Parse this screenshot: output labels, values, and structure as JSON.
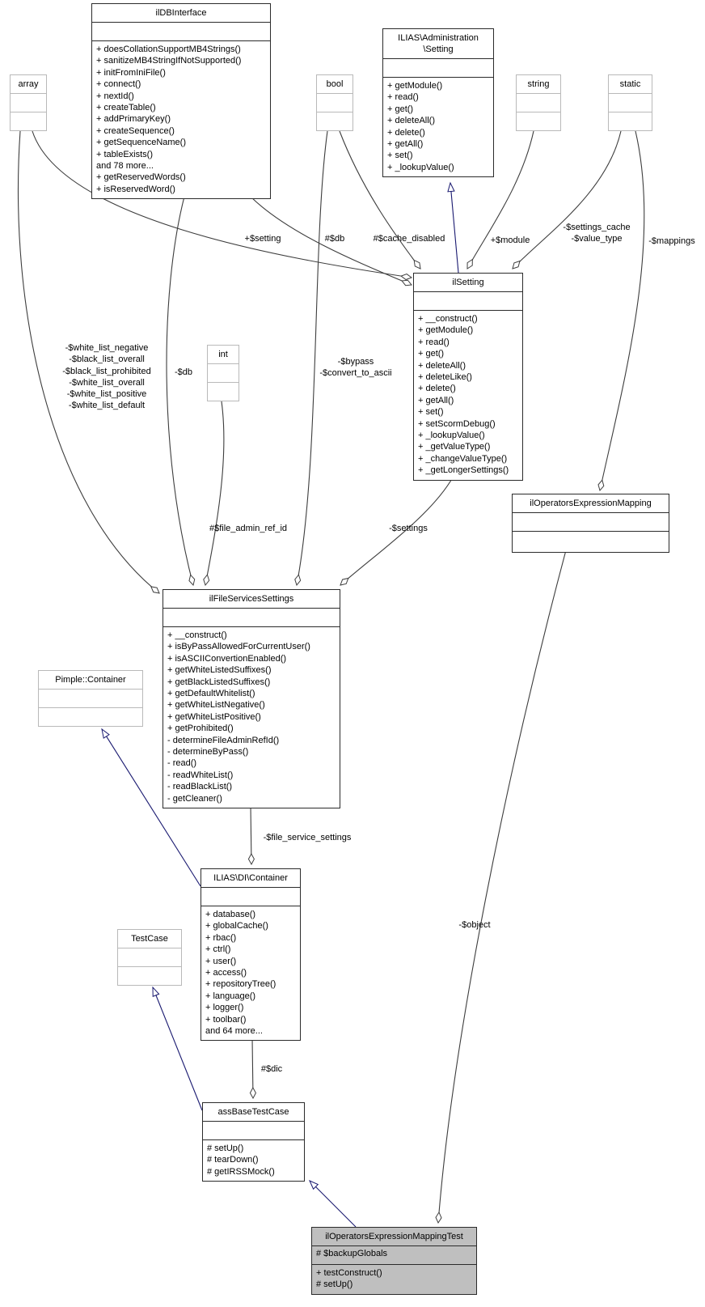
{
  "diagram": {
    "kind": "uml-collaboration-diagram",
    "colors": {
      "inheritance_edge": "#191970",
      "aggregation_edge": "#3d3d3d",
      "class_border": "#2b2b2b",
      "external_border": "#b9b9b9",
      "highlight_fill": "#bfbfbf",
      "background": "#ffffff"
    }
  },
  "classes": {
    "ildbinterface": {
      "title": "ilDBInterface",
      "attributes": [],
      "methods": [
        "+ doesCollationSupportMB4Strings()",
        "+ sanitizeMB4StringIfNotSupported()",
        "+ initFromIniFile()",
        "+ connect()",
        "+ nextId()",
        "+ createTable()",
        "+ addPrimaryKey()",
        "+ createSequence()",
        "+ getSequenceName()",
        "+ tableExists()",
        "and 78 more...",
        "+ getReservedWords()",
        "+ isReservedWord()"
      ]
    },
    "admin_setting": {
      "title": "ILIAS\\Administration\n\\Setting",
      "attributes": [],
      "methods": [
        "+ getModule()",
        "+ read()",
        "+ get()",
        "+ deleteAll()",
        "+ delete()",
        "+ getAll()",
        "+ set()",
        "+ _lookupValue()"
      ]
    },
    "array": {
      "title": "array",
      "attributes": [],
      "methods": []
    },
    "bool": {
      "title": "bool",
      "attributes": [],
      "methods": []
    },
    "string": {
      "title": "string",
      "attributes": [],
      "methods": []
    },
    "static": {
      "title": "static",
      "attributes": [],
      "methods": []
    },
    "int": {
      "title": "int",
      "attributes": [],
      "methods": []
    },
    "ilsetting": {
      "title": "ilSetting",
      "attributes": [],
      "methods": [
        "+ __construct()",
        "+ getModule()",
        "+ read()",
        "+ get()",
        "+ deleteAll()",
        "+ deleteLike()",
        "+ delete()",
        "+ getAll()",
        "+ set()",
        "+ setScormDebug()",
        "+ _lookupValue()",
        "+ _getValueType()",
        "+ _changeValueType()",
        "+ _getLongerSettings()"
      ]
    },
    "iloperatorsexpressionmapping": {
      "title": "ilOperatorsExpressionMapping",
      "attributes": [],
      "methods": []
    },
    "ilfileservicessettings": {
      "title": "ilFileServicesSettings",
      "attributes": [],
      "methods": [
        "+ __construct()",
        "+ isByPassAllowedForCurrentUser()",
        "+ isASCIIConvertionEnabled()",
        "+ getWhiteListedSuffixes()",
        "+ getBlackListedSuffixes()",
        "+ getDefaultWhitelist()",
        "+ getWhiteListNegative()",
        "+ getWhiteListPositive()",
        "+ getProhibited()",
        "- determineFileAdminRefId()",
        "- determineByPass()",
        "- read()",
        "- readWhiteList()",
        "- readBlackList()",
        "- getCleaner()"
      ]
    },
    "pimple_container": {
      "title": "Pimple::Container",
      "attributes": [],
      "methods": []
    },
    "di_container": {
      "title": "ILIAS\\DI\\Container",
      "attributes": [],
      "methods": [
        "+ database()",
        "+ globalCache()",
        "+ rbac()",
        "+ ctrl()",
        "+ user()",
        "+ access()",
        "+ repositoryTree()",
        "+ language()",
        "+ logger()",
        "+ toolbar()",
        "and 64 more..."
      ]
    },
    "testcase": {
      "title": "TestCase",
      "attributes": [],
      "methods": []
    },
    "assbasetestcase": {
      "title": "assBaseTestCase",
      "attributes": [],
      "methods": [
        "# setUp()",
        "# tearDown()",
        "# getIRSSMock()"
      ]
    },
    "test": {
      "title": "ilOperatorsExpressionMappingTest",
      "attributes": [
        "# $backupGlobals"
      ],
      "methods": [
        "+ testConstruct()",
        "# setUp()"
      ]
    }
  },
  "edge_labels": {
    "setting": "+$setting",
    "ilsetting_db": "#$db",
    "cache_disabled": "#$cache_disabled",
    "module": "+$module",
    "settings_cache_value_type": "-$settings_cache\n-$value_type",
    "mappings": "-$mappings",
    "fileservices_db": "-$db",
    "white_lists": "-$white_list_negative\n-$black_list_overall\n-$black_list_prohibited\n-$white_list_overall\n-$white_list_positive\n-$white_list_default",
    "bypass_convert": "-$bypass\n-$convert_to_ascii",
    "file_admin_ref_id": "#$file_admin_ref_id",
    "settings_member": "-$settings",
    "file_service_settings": "-$file_service_settings",
    "dic": "#$dic",
    "object": "-$object"
  }
}
